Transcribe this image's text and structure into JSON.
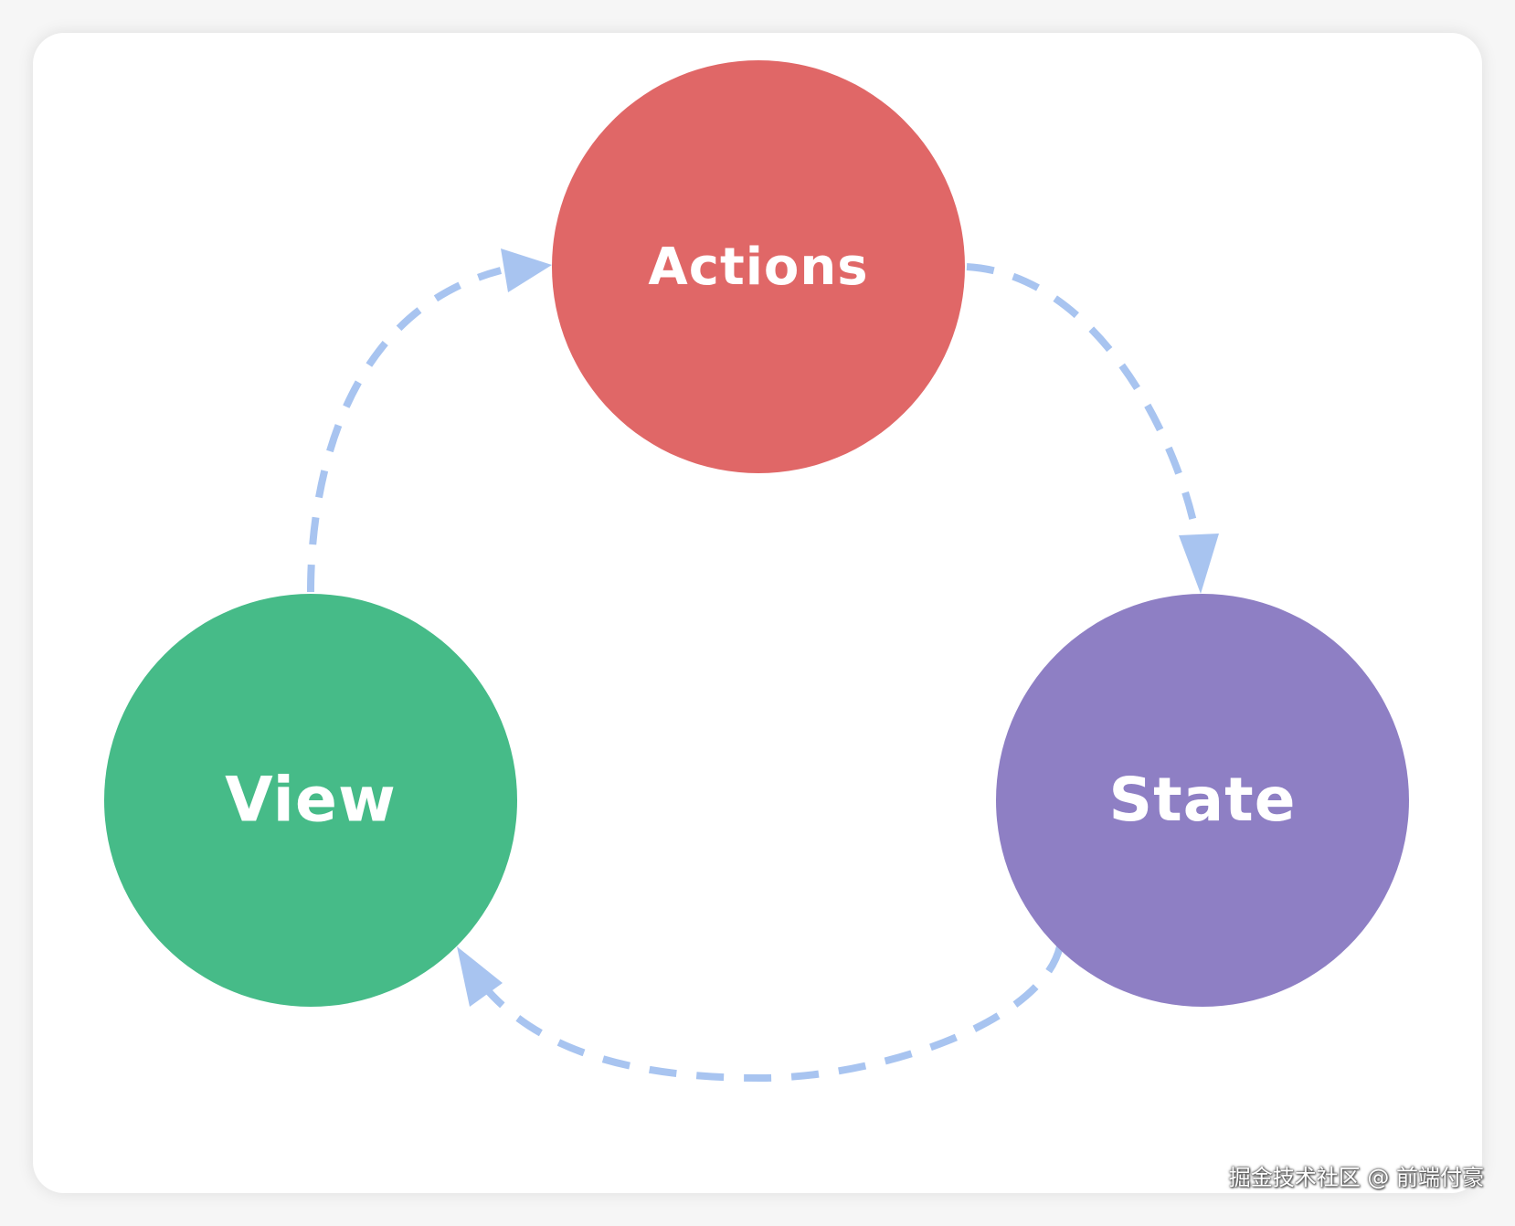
{
  "diagram": {
    "nodes": {
      "actions": {
        "label": "Actions",
        "color": "#e06767"
      },
      "view": {
        "label": "View",
        "color": "#46bb88"
      },
      "state": {
        "label": "State",
        "color": "#8e7fc4"
      }
    },
    "arrow_color": "#a8c4f0"
  },
  "watermark": "掘金技术社区 @ 前端付豪"
}
